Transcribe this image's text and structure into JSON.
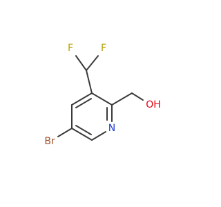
{
  "molecule": {
    "atoms": {
      "F1": {
        "label": "F",
        "color": "#b8a200"
      },
      "F2": {
        "label": "F",
        "color": "#b8a200"
      },
      "O": {
        "label": "OH",
        "color": "#e0000e"
      },
      "N": {
        "label": "N",
        "color": "#1f3fd6"
      },
      "Br": {
        "label": "Br",
        "color": "#a0522d"
      }
    },
    "bond_color": "#3a3a3a"
  }
}
